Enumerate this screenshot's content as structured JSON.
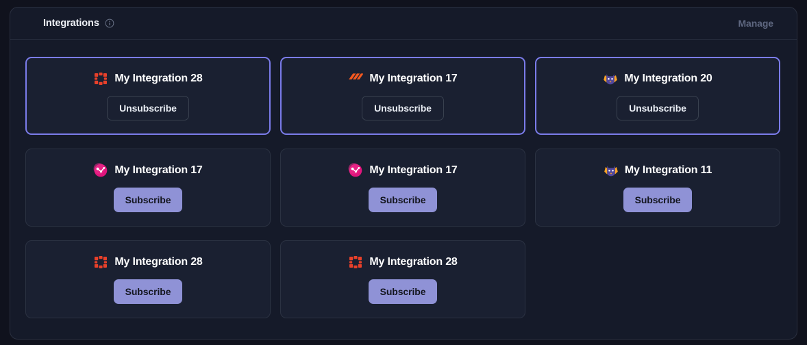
{
  "panel": {
    "title": "Integrations",
    "info_icon": "info-circle-icon",
    "manage_label": "Manage"
  },
  "colors": {
    "page_background": "#10121d",
    "panel_background": "#151a29",
    "panel_border": "#2a3040",
    "card_background": "#1a2031",
    "card_border": "#2b3242",
    "card_selected_border": "#7b7ceb",
    "subscribe_button_background": "#8f92d6",
    "subscribe_button_text": "#14161f",
    "unsubscribe_button_border": "#39414f",
    "unsubscribe_button_text": "#e9edf4",
    "title_text": "#eef1f7",
    "manage_text": "#5e6780",
    "card_name_text": "#ffffff",
    "icon_red": "#e8402a",
    "icon_orange": "#f4581f",
    "icon_pink": "#e0157d",
    "icon_tanuki_purple": "#52489c",
    "icon_tanuki_orange": "#fca326"
  },
  "cards": [
    {
      "name": "My Integration 28",
      "icon": "red-grid-icon",
      "selected": true,
      "button_label": "Unsubscribe",
      "button_style": "outline",
      "subscribed": true
    },
    {
      "name": "My Integration 17",
      "icon": "orange-slant-bars-icon",
      "selected": true,
      "button_label": "Unsubscribe",
      "button_style": "outline",
      "subscribed": true
    },
    {
      "name": "My Integration 20",
      "icon": "tanuki-fox-icon",
      "selected": true,
      "button_label": "Unsubscribe",
      "button_style": "outline",
      "subscribed": true
    },
    {
      "name": "My Integration 17",
      "icon": "pink-molecule-icon",
      "selected": false,
      "button_label": "Subscribe",
      "button_style": "filled",
      "subscribed": false
    },
    {
      "name": "My Integration 17",
      "icon": "pink-molecule-icon",
      "selected": false,
      "button_label": "Subscribe",
      "button_style": "filled",
      "subscribed": false
    },
    {
      "name": "My Integration 11",
      "icon": "tanuki-fox-icon",
      "selected": false,
      "button_label": "Subscribe",
      "button_style": "filled",
      "subscribed": false
    },
    {
      "name": "My Integration 28",
      "icon": "red-grid-icon",
      "selected": false,
      "button_label": "Subscribe",
      "button_style": "filled",
      "subscribed": false
    },
    {
      "name": "My Integration 28",
      "icon": "red-grid-icon",
      "selected": false,
      "button_label": "Subscribe",
      "button_style": "filled",
      "subscribed": false
    }
  ]
}
